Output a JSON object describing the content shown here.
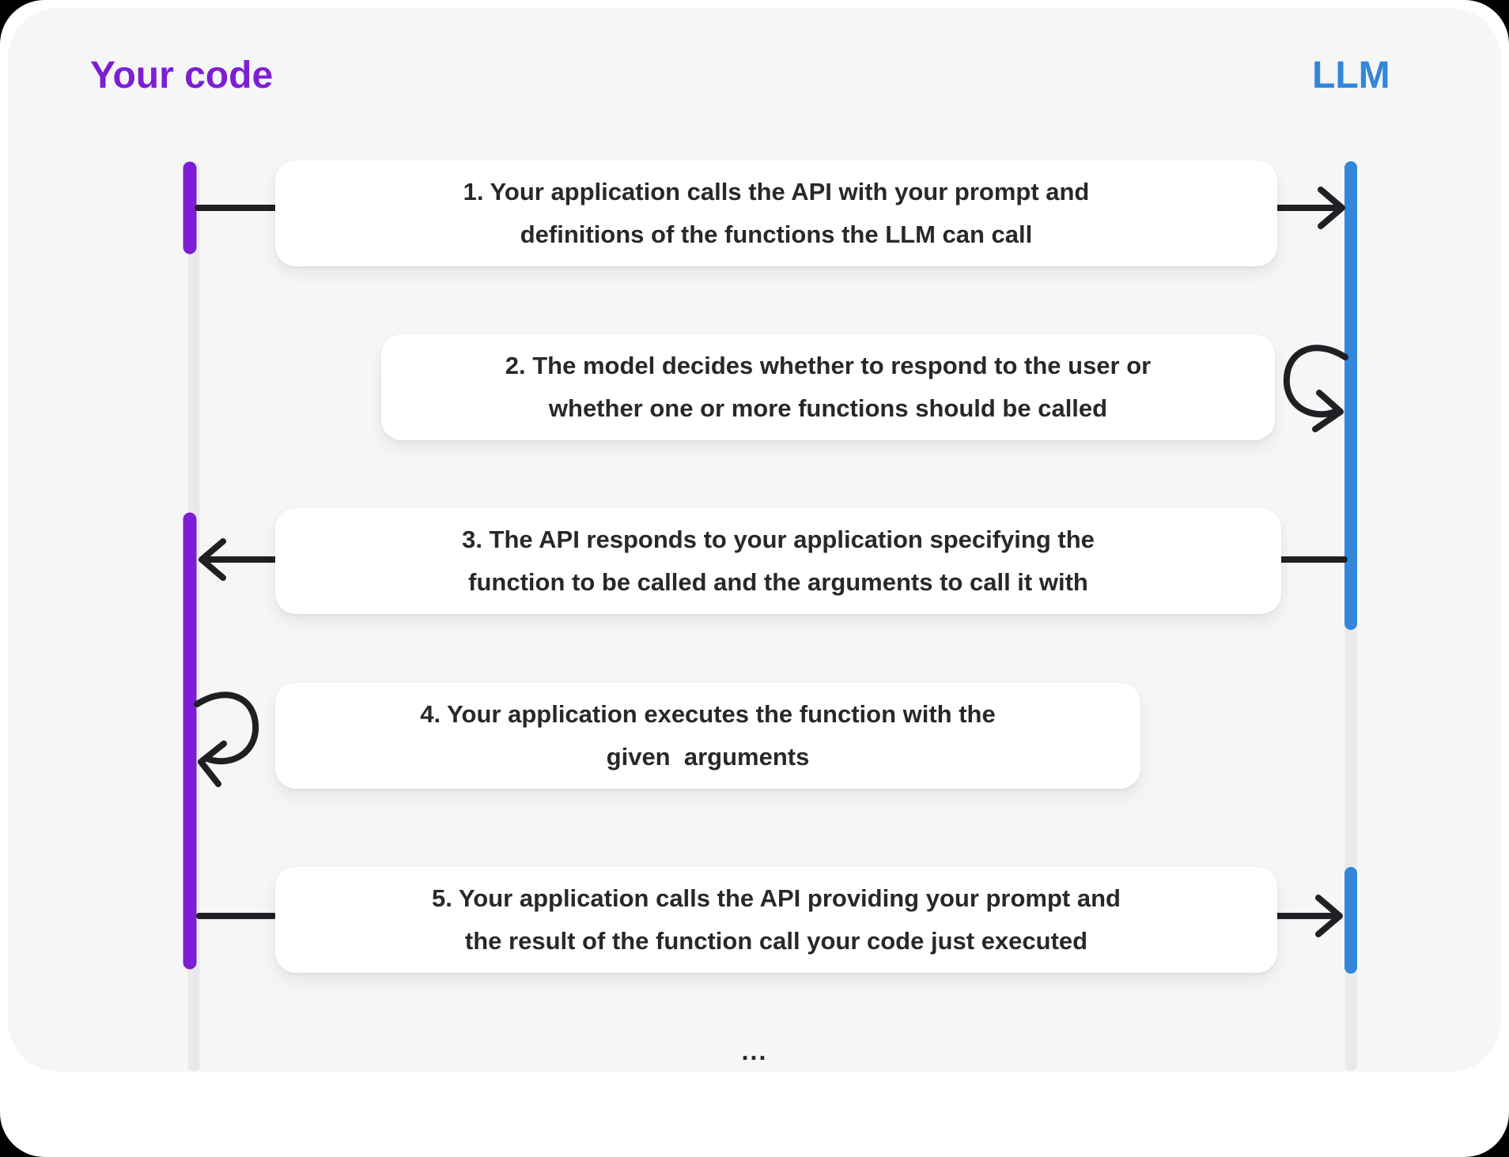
{
  "colors": {
    "page-bg": "#000000",
    "card-bg": "#ffffff",
    "panel-bg": "#f6f6f7",
    "lifeline": "#e9e9ec",
    "purple": "#7d1ed3",
    "blue": "#3386d8",
    "arrow": "#202024",
    "box-bg": "#ffffff",
    "text": "#28282c"
  },
  "actors": {
    "left": "Your code",
    "right": "LLM"
  },
  "steps": [
    {
      "line1": "1. Your application calls the API with your prompt and",
      "line2": "definitions of the functions the LLM can call"
    },
    {
      "line1": "2. The model decides whether to respond to the user or",
      "line2": "whether one or more functions should be called"
    },
    {
      "line1": "3. The API responds to your application specifying the",
      "line2": "function to be called and the arguments to call it with"
    },
    {
      "line1": "4. Your application executes the function with the",
      "line2": "given  arguments"
    },
    {
      "line1": "5. Your application calls the API providing your prompt and",
      "line2": "the result of the function call your code just executed"
    }
  ],
  "ellipsis": "..."
}
